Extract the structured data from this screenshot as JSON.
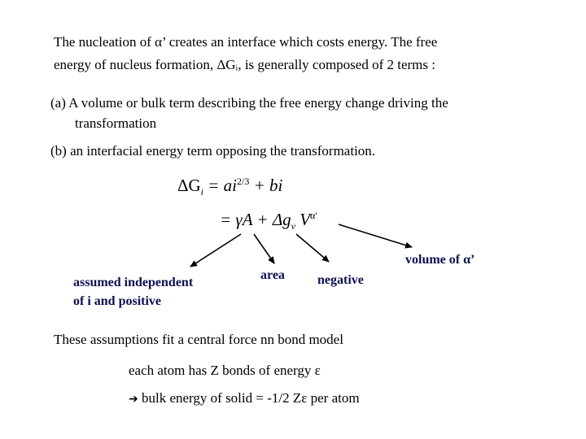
{
  "intro": {
    "line1": "The nucleation of α’ creates an interface which costs energy. The free",
    "line2": "energy of nucleus formation, ΔGᵢ, is generally composed of 2 terms :"
  },
  "terms": {
    "a_line1": "(a) A volume or bulk term describing the free energy change driving the",
    "a_line2": "transformation",
    "b_line1": "(b) an interfacial energy term opposing the transformation."
  },
  "equation": {
    "line1_lhs": "ΔG",
    "line1_lhs_sub": "i",
    "line1_rhs_a": "= ai",
    "line1_rhs_exp": "2/3",
    "line1_rhs_b": "+ bi",
    "line2": "= γA + Δg",
    "line2_sub": "v",
    "line2_V": "V",
    "line2_V_sup": "α'"
  },
  "labels": {
    "assumed1": "assumed independent",
    "assumed2": "of i and positive",
    "area": "area",
    "negative": "negative",
    "volume": "volume of α’"
  },
  "footer": {
    "assumptions": "These assumptions fit a central force nn bond model",
    "bonds": "each atom has Z bonds of energy ε",
    "bulk_arrow": "➔",
    "bulk": "bulk energy of solid = -1/2 Zε per atom"
  }
}
